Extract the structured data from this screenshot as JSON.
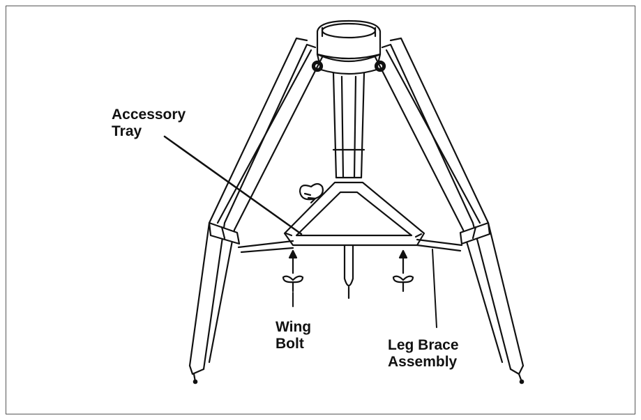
{
  "diagram": {
    "labels": {
      "accessory_tray": [
        "Accessory",
        "Tray"
      ],
      "wing_bolt": [
        "Wing",
        "Bolt"
      ],
      "leg_brace": [
        "Leg Brace",
        "Assembly"
      ]
    },
    "colors": {
      "ink": "#111111",
      "frame": "#555555"
    }
  }
}
